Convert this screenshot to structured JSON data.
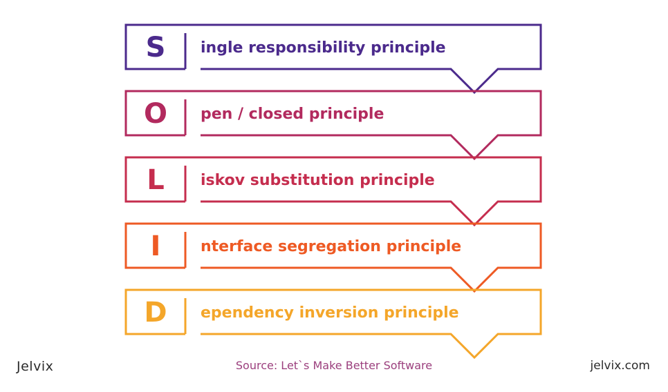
{
  "principles": [
    {
      "letter": "S",
      "text": "ingle responsibility principle",
      "color": "#4b2a8c"
    },
    {
      "letter": "O",
      "text": "pen / closed principle",
      "color": "#b22a5e"
    },
    {
      "letter": "L",
      "text": "iskov substitution principle",
      "color": "#c52d4e"
    },
    {
      "letter": "I",
      "text": "nterface segregation principle",
      "color": "#ee5a24"
    },
    {
      "letter": "D",
      "text": "ependency inversion principle",
      "color": "#f4a62a"
    }
  ],
  "footer": {
    "brand": "Jelvix",
    "source": "Source: Let`s Make Better Software",
    "site": "jelvix.com"
  }
}
